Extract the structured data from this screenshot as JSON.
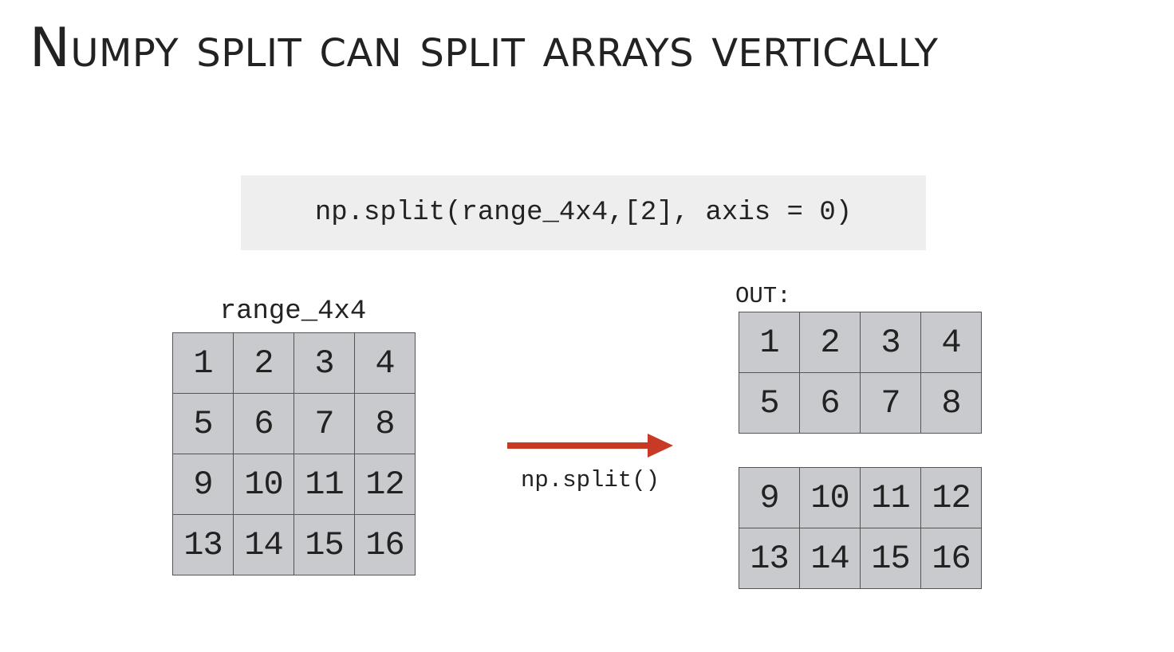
{
  "title": "Numpy split can split arrays vertically",
  "code": "np.split(range_4x4,[2], axis = 0)",
  "input_label": "range_4x4",
  "output_label": "OUT:",
  "function_label": "np.split()",
  "arrow_color": "#c73a25",
  "input_array": [
    "1",
    "2",
    "3",
    "4",
    "5",
    "6",
    "7",
    "8",
    "9",
    "10",
    "11",
    "12",
    "13",
    "14",
    "15",
    "16"
  ],
  "output_top": [
    "1",
    "2",
    "3",
    "4",
    "5",
    "6",
    "7",
    "8"
  ],
  "output_bottom": [
    "9",
    "10",
    "11",
    "12",
    "13",
    "14",
    "15",
    "16"
  ]
}
